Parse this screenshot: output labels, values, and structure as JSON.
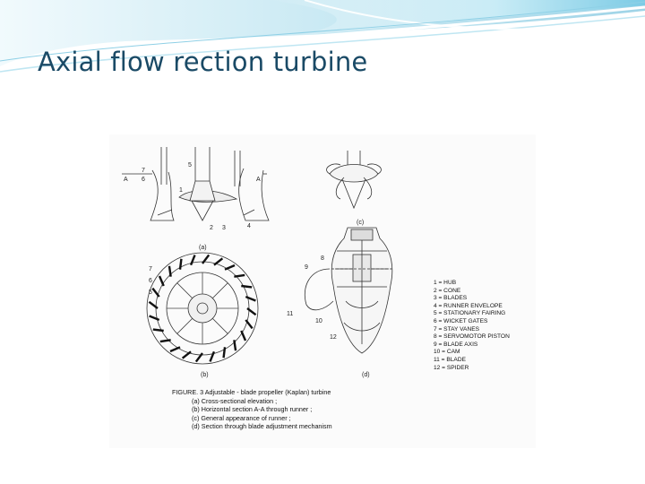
{
  "slide": {
    "title": "Axial flow rection turbine",
    "colors": {
      "title": "#1a4a66",
      "swoosh_light": "#bfe6f2",
      "swoosh_mid": "#7cc7e0",
      "swoosh_dark": "#3a9cc4"
    }
  },
  "figure": {
    "labels": {
      "a": "(a)",
      "b": "(b)",
      "c": "(c)",
      "d": "(d)",
      "section_left": "A",
      "section_right": "A",
      "n1": "1",
      "n2": "2",
      "n3": "3",
      "n4": "4",
      "n5": "5",
      "n6": "6",
      "n7": "7",
      "n8": "8",
      "n9": "9",
      "n10": "10",
      "n11": "11",
      "n12": "12",
      "b6": "6",
      "b7": "7",
      "b5": "5"
    },
    "legend": [
      "1 = HUB",
      "2 = CONE",
      "3 = BLADES",
      "4 = RUNNER ENVELOPE",
      "5 = STATIONARY FAIRING",
      "6 = WICKET GATES",
      "7 = STAY VANES",
      "8 = SERVOMOTOR PISTON",
      "9 = BLADE AXIS",
      "10 = CAM",
      "11 = BLADE",
      "12 = SPIDER"
    ],
    "caption": {
      "title": "FIGURE. 3  Adjustable - blade propeller (Kaplan) turbine",
      "lines": [
        "(a) Cross-sectional elevation ;",
        "(b) Horizontal section A-A through runner ;",
        "(c) General appearance of runner ;",
        "(d) Section through blade adjustment mechanism"
      ]
    }
  }
}
